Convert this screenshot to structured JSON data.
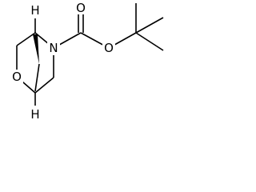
{
  "molecule": {
    "atoms": {
      "stereo_h_top": "H",
      "stereo_h_bottom": "H",
      "ring_nitrogen": "N",
      "ring_oxygen": "O",
      "carbonyl_oxygen": "O",
      "ester_oxygen": "O"
    }
  },
  "colors": {
    "bond": "#000000",
    "background": "#ffffff"
  }
}
